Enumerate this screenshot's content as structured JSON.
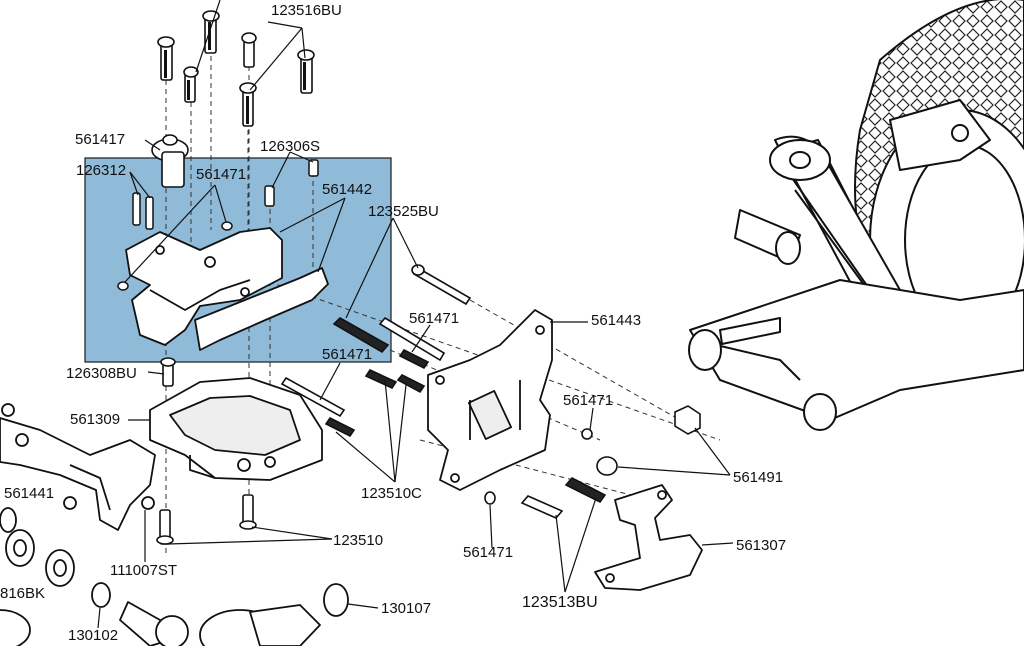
{
  "highlight_color": "#8fbbd9",
  "line_color": "#222222",
  "labels": [
    {
      "id": "l1",
      "text": "123516BU"
    },
    {
      "id": "l2",
      "text": "561417"
    },
    {
      "id": "l3",
      "text": "126306S"
    },
    {
      "id": "l4",
      "text": "126312"
    },
    {
      "id": "l5",
      "text": "561471"
    },
    {
      "id": "l6",
      "text": "561442"
    },
    {
      "id": "l7",
      "text": "123525BU"
    },
    {
      "id": "l8",
      "text": "561471"
    },
    {
      "id": "l9",
      "text": "561443"
    },
    {
      "id": "l10",
      "text": "126308BU"
    },
    {
      "id": "l11",
      "text": "561471"
    },
    {
      "id": "l12",
      "text": "561309"
    },
    {
      "id": "l13",
      "text": "561471"
    },
    {
      "id": "l14",
      "text": "561491"
    },
    {
      "id": "l15",
      "text": "561441"
    },
    {
      "id": "l16",
      "text": "123510C"
    },
    {
      "id": "l17",
      "text": "123510"
    },
    {
      "id": "l18",
      "text": "561471"
    },
    {
      "id": "l19",
      "text": "561307"
    },
    {
      "id": "l20",
      "text": "111007ST"
    },
    {
      "id": "l21",
      "text": "816BK"
    },
    {
      "id": "l22",
      "text": "123513BU"
    },
    {
      "id": "l23",
      "text": "130107"
    },
    {
      "id": "l24",
      "text": "130102"
    }
  ]
}
